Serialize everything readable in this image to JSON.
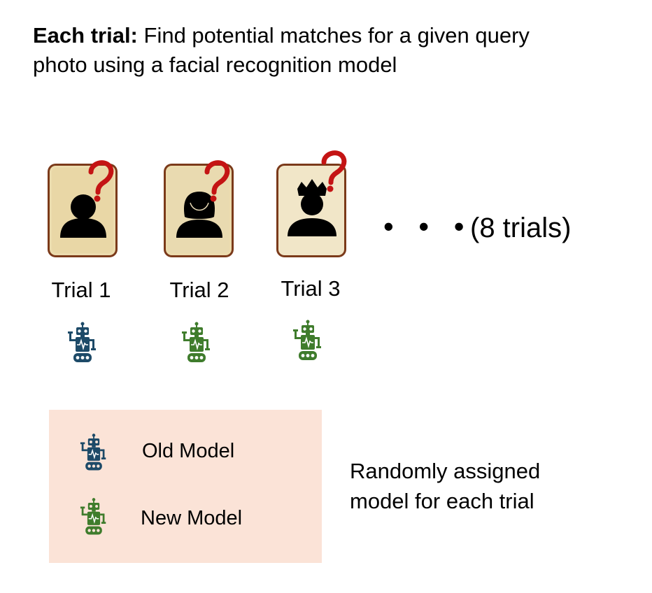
{
  "heading": {
    "bold": "Each trial:",
    "text": " Find potential matches for a given query photo using a facial recognition model"
  },
  "trials": [
    {
      "label": "Trial 1",
      "model": "old",
      "avatar": "person-silhouette-icon"
    },
    {
      "label": "Trial 2",
      "model": "new",
      "avatar": "woman-silhouette-icon"
    },
    {
      "label": "Trial 3",
      "model": "new",
      "avatar": "crowned-person-icon"
    }
  ],
  "ellipsis": "• • •",
  "trial_count": "(8 trials)",
  "legend": {
    "old_label": "Old Model",
    "new_label": "New Model",
    "old_color": "#1d4a68",
    "new_color": "#3f7c2c",
    "background": "#fbe3d7"
  },
  "note": "Randomly assigned model for each trial",
  "colors": {
    "card_border": "#7b3a1a",
    "card_fill": "#ecdcae",
    "question_mark": "#c41414"
  },
  "icons": {
    "card_badge": "question-mark-icon",
    "model": "robot-icon"
  }
}
